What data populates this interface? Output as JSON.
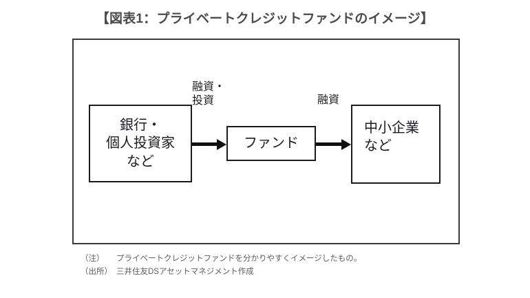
{
  "title": "【図表1：プライベートクレジットファンドのイメージ】",
  "diagram": {
    "nodes": [
      {
        "id": "investors",
        "lines": [
          "銀行・",
          "個人投資家",
          "など"
        ]
      },
      {
        "id": "fund",
        "lines": [
          "ファンド"
        ]
      },
      {
        "id": "sme",
        "lines": [
          "中小企業",
          "など"
        ]
      }
    ],
    "flows": [
      {
        "id": "investors-to-fund",
        "lines": [
          "融資・",
          "投資"
        ]
      },
      {
        "id": "fund-to-sme",
        "lines": [
          "融資"
        ]
      }
    ]
  },
  "footnotes": [
    {
      "tag": "（注）",
      "text": "プライベートクレジットファンドを分かりやすくイメージしたもの。"
    },
    {
      "tag": "（出所）",
      "text": "三井住友DSアセットマネジメント作成"
    }
  ],
  "colors": {
    "title": "#4b4b4b",
    "frame_border": "#3a3a3c",
    "box_border": "#1b1b1b",
    "arrow": "#111111",
    "body_text": "#1c1c20",
    "footnote_text": "#5d5d5f",
    "background": "#ffffff"
  }
}
